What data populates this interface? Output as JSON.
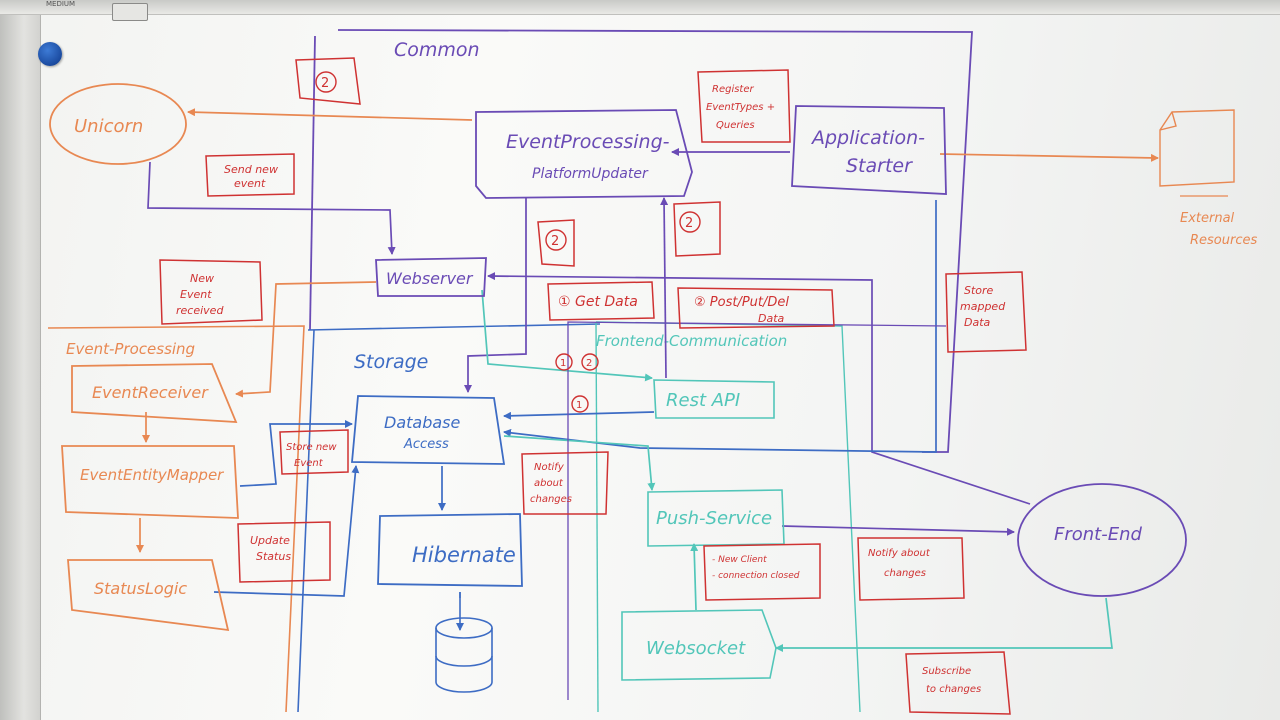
{
  "board": {
    "maker_text": "MEDIUM"
  },
  "colors": {
    "purple": "#6a4bb5",
    "red": "#cf3232",
    "orange": "#e88852",
    "blue": "#3d6cc4",
    "teal": "#52c6b9",
    "magnet": "#1f57b8"
  },
  "groups": {
    "common": "Common",
    "storage": "Storage",
    "event_processing": "Event-Processing",
    "frontend_communication": "Frontend-Communication"
  },
  "components": {
    "unicorn": "Unicorn",
    "event_processing_platform_updater_line1": "EventProcessing-",
    "event_processing_platform_updater_line2": "PlatformUpdater",
    "application_starter_line1": "Application-",
    "application_starter_line2": "Starter",
    "external_resources_line1": "External",
    "external_resources_line2": "Resources",
    "webserver": "Webserver",
    "event_receiver": "EventReceiver",
    "event_entity_mapper": "EventEntityMapper",
    "status_logic": "StatusLogic",
    "database_access_line1": "Database",
    "database_access_line2": "Access",
    "hibernate": "Hibernate",
    "rest_api": "Rest API",
    "push_service": "Push-Service",
    "websocket": "Websocket",
    "front_end": "Front-End"
  },
  "notes": {
    "step2_top": "2",
    "register_line1": "Register",
    "register_line2": "EventTypes +",
    "register_line3": "Queries",
    "send_new_event_line1": "Send new",
    "send_new_event_line2": "event",
    "step2_mid": "2",
    "step2_right": "2",
    "new_event_received_line1": "New",
    "new_event_received_line2": "Event",
    "new_event_received_line3": "received",
    "get_data": "① Get Data",
    "rest_put_del_line1": "② Post/Put/Del",
    "rest_put_del_line2": "Data",
    "store_mapped_line1": "Store",
    "store_mapped_line2": "mapped",
    "store_mapped_line3": "Data",
    "store_new_event_line1": "Store new",
    "store_new_event_line2": "Event",
    "notify_left_line1": "Notify",
    "notify_left_line2": "about",
    "notify_left_line3": "changes",
    "update_status_line1": "Update",
    "update_status_line2": "Status",
    "client_events_line1": "- New Client",
    "client_events_line2": "- connection closed",
    "notify_right_line1": "Notify about",
    "notify_right_line2": "changes",
    "subscribe_line1": "Subscribe",
    "subscribe_line2": "to changes",
    "step1_a": "1",
    "step2_b": "2",
    "step1_c": "1"
  }
}
